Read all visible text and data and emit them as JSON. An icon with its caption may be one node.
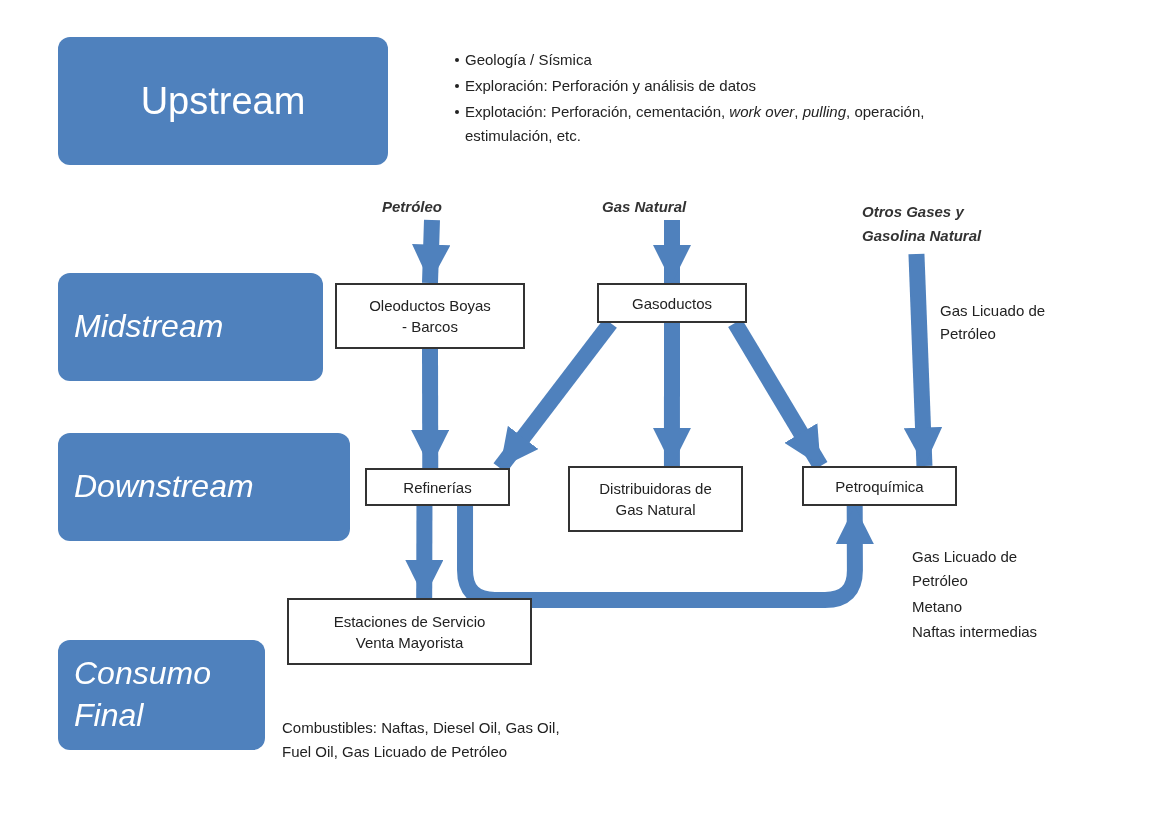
{
  "diagram": {
    "nodes": [
      {
        "text": [
          "Upstream"
        ]
      },
      {
        "text": [
          "Midstream"
        ]
      },
      {
        "text": [
          "Downstream"
        ]
      },
      {
        "text": [
          "Consumo Final"
        ]
      },
      {
        "text": [
          "Petróleo"
        ]
      },
      {
        "text": [
          "Gas Natural"
        ]
      },
      {
        "text": [
          "Otros Gases y Gasolina Natural"
        ]
      },
      {
        "text": [
          "Oleoductos Boyas - Barcos"
        ]
      },
      {
        "text": [
          "Gasoductos"
        ]
      },
      {
        "text": [
          "Refinerías"
        ]
      },
      {
        "text": [
          "Distribuidoras de Gas Natural"
        ]
      },
      {
        "text": [
          "Petroquímica"
        ]
      },
      {
        "text": [
          "Estaciones de Servicio Venta Mayorista"
        ]
      }
    ],
    "edges": [
      {
        "from": 4,
        "to": 7,
        "arrow": "to"
      },
      {
        "from": 5,
        "to": 8,
        "arrow": "to"
      },
      {
        "from": 7,
        "to": 9,
        "arrow": "to"
      },
      {
        "from": 8,
        "to": 9,
        "arrow": "to"
      },
      {
        "from": 8,
        "to": 10,
        "arrow": "to"
      },
      {
        "from": 8,
        "to": 11,
        "arrow": "to"
      },
      {
        "from": 6,
        "to": 11,
        "arrow": "to",
        "label": "Gas Licuado de Petróleo"
      },
      {
        "from": 9,
        "to": 12,
        "arrow": "to"
      },
      {
        "from": 9,
        "to": 11,
        "arrow": "to"
      }
    ],
    "labels": [
      "Geología / Sísmica",
      "Exploración: Perforación y análisis de datos",
      "Explotación: Perforación, cementación, *work over*, *pulling*, operación, estimulación, etc.",
      "Gas Licuado de Petróleo",
      "Metano",
      "Naftas intermedias",
      "Combustibles: Naftas, Diesel Oil, Gas Oil, Fuel Oil, Gas Licuado de Petróleo"
    ]
  }
}
